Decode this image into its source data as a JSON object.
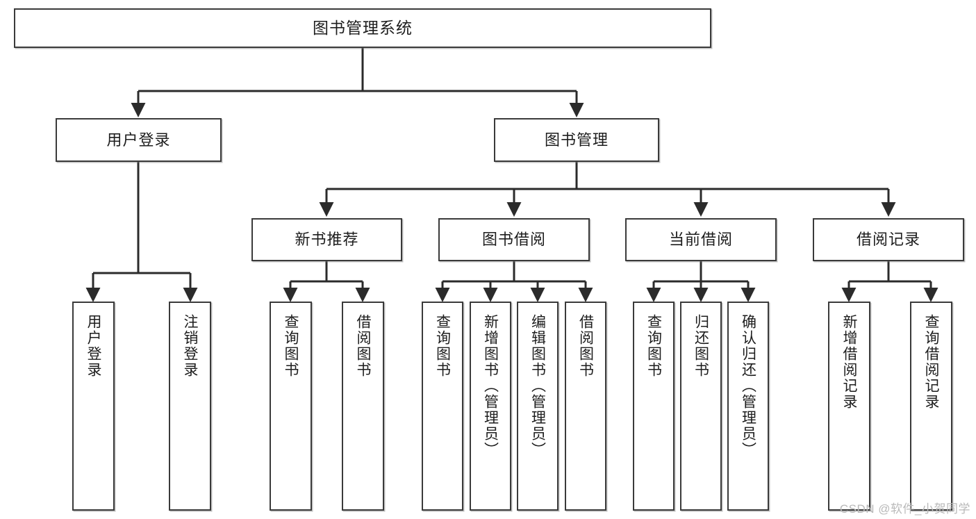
{
  "diagram": {
    "title": "图书管理系统",
    "type": "tree-hierarchy-diagram",
    "root": {
      "label": "图书管理系统"
    },
    "level1": [
      {
        "id": "user-login",
        "label": "用户登录"
      },
      {
        "id": "book-management",
        "label": "图书管理"
      }
    ],
    "level2": [
      {
        "id": "new-book-recommend",
        "label": "新书推荐",
        "parent": "book-management"
      },
      {
        "id": "book-borrow",
        "label": "图书借阅",
        "parent": "book-management"
      },
      {
        "id": "current-borrow",
        "label": "当前借阅",
        "parent": "book-management"
      },
      {
        "id": "borrow-record",
        "label": "借阅记录",
        "parent": "book-management"
      }
    ],
    "leaves": [
      {
        "id": "leaf-1",
        "label": "用户登录",
        "parent": "user-login"
      },
      {
        "id": "leaf-2",
        "label": "注销登录",
        "parent": "user-login"
      },
      {
        "id": "leaf-3",
        "label": "查询图书",
        "parent": "new-book-recommend"
      },
      {
        "id": "leaf-4",
        "label": "借阅图书",
        "parent": "new-book-recommend"
      },
      {
        "id": "leaf-5",
        "label": "查询图书",
        "parent": "book-borrow"
      },
      {
        "id": "leaf-6",
        "label": "新增图书（管理员）",
        "parent": "book-borrow"
      },
      {
        "id": "leaf-7",
        "label": "编辑图书（管理员）",
        "parent": "book-borrow"
      },
      {
        "id": "leaf-8",
        "label": "借阅图书",
        "parent": "book-borrow"
      },
      {
        "id": "leaf-9",
        "label": "查询图书",
        "parent": "current-borrow"
      },
      {
        "id": "leaf-10",
        "label": "归还图书",
        "parent": "current-borrow"
      },
      {
        "id": "leaf-11",
        "label": "确认归还（管理员）",
        "parent": "current-borrow"
      },
      {
        "id": "leaf-12",
        "label": "新增借阅记录",
        "parent": "borrow-record"
      },
      {
        "id": "leaf-13",
        "label": "查询借阅记录",
        "parent": "borrow-record"
      }
    ],
    "watermark": "CSDN @软件_小贺同学",
    "colors": {
      "box_border": "#3a3a3a",
      "box_fill": "#ffffff",
      "line": "#2b2b2b",
      "text": "#1d1d1d",
      "watermark": "#b9b9b9",
      "background": "#ffffff"
    }
  }
}
